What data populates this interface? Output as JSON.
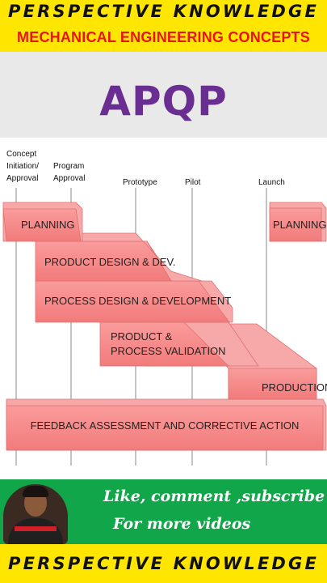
{
  "header": {
    "brand": "PERSPECTIVE KNOWLEDGE",
    "subtitle": "MECHANICAL ENGINEERING CONCEPTS"
  },
  "title": "APQP",
  "diagram": {
    "milestones": [
      {
        "lines": [
          "Concept",
          "Initiation/",
          "Approval"
        ]
      },
      {
        "lines": [
          "Program",
          "Approval"
        ]
      },
      {
        "lines": [
          "Prototype"
        ]
      },
      {
        "lines": [
          "Pilot"
        ]
      },
      {
        "lines": [
          "Launch"
        ]
      }
    ],
    "phases": {
      "planning_start": "PLANNING",
      "planning_end": "PLANNING",
      "product_design": "PRODUCT DESIGN & DEV.",
      "process_design": "PROCESS DESIGN & DEVELOPMENT",
      "validation": [
        "PRODUCT &",
        "PROCESS VALIDATION"
      ],
      "production": "PRODUCTION",
      "feedback": "FEEDBACK ASSESSMENT AND CORRECTIVE ACTION"
    }
  },
  "cta": {
    "line1": "Like, comment ,subscribe",
    "line2": "For more videos"
  },
  "footer": {
    "brand": "PERSPECTIVE KNOWLEDGE"
  },
  "colors": {
    "banner_yellow": "#ffe600",
    "subtitle_red": "#e8141c",
    "title_purple": "#6a2d91",
    "phase_fill": "#f98a8a",
    "phase_side": "#f7a9a9",
    "cta_green": "#12a64a"
  },
  "icons": {
    "presenter": "person-avatar"
  }
}
